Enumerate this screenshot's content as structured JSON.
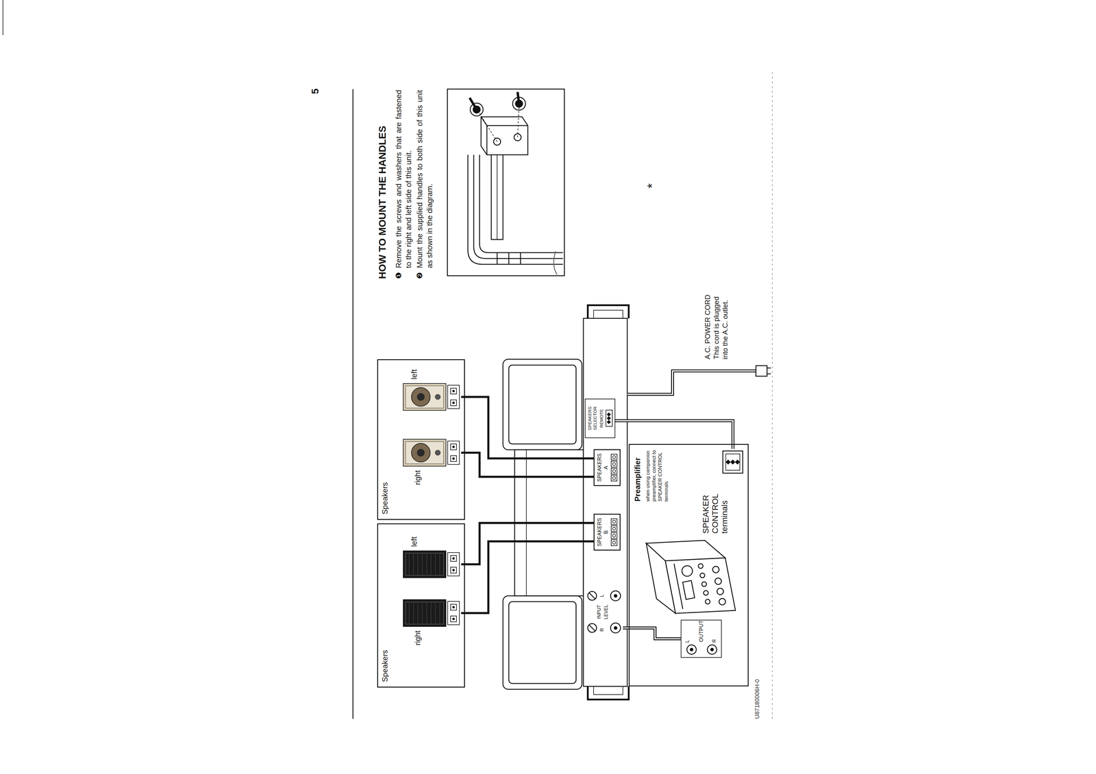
{
  "diagram": {
    "title": "HOW TO MOUNT THE HANDLES",
    "nodes": [
      {
        "text": [
          "Speakers"
        ]
      },
      {
        "text": [
          "right"
        ],
        "in": 0
      },
      {
        "text": [
          "left"
        ],
        "in": 0
      },
      {
        "text": [
          "Speakers"
        ]
      },
      {
        "text": [
          "right"
        ],
        "in": 3
      },
      {
        "text": [
          "left"
        ],
        "in": 3
      },
      {
        "text": [
          "SPEAKERS",
          "B"
        ]
      },
      {
        "text": [
          "SPEAKERS",
          "A"
        ]
      },
      {
        "text": [
          "INPUT",
          "LEVEL"
        ]
      },
      {
        "text": [
          "SPEAKERS SELECTOR",
          "REMOTE"
        ]
      },
      {
        "text": [
          "Preamplifier",
          "when using companion preamplifier, connect to SPEAKER CONTROL terminals"
        ]
      },
      {
        "text": [
          "OUTPUT"
        ],
        "in": 10
      },
      {
        "text": [
          "SPEAKER CONTROL terminals"
        ],
        "in": 10
      }
    ],
    "edges": [
      {
        "from": 1,
        "to": 6,
        "arrow": "none"
      },
      {
        "from": 2,
        "to": 6,
        "arrow": "none"
      },
      {
        "from": 4,
        "to": 7,
        "arrow": "none"
      },
      {
        "from": 5,
        "to": 7,
        "arrow": "none"
      },
      {
        "from": 11,
        "to": 8,
        "arrow": "none"
      },
      {
        "from": 12,
        "to": 9,
        "arrow": "none"
      }
    ],
    "labels": [
      "5",
      "❶",
      "Remove the screws and washers that are fastened to the right and left side of this unit.",
      "❷",
      "Mount the supplied handles to both side of this unit as shown in the diagram.",
      "*",
      "A.C. POWER CORD This cord is plugged into the A.C. outlet.",
      "R",
      "L",
      "L",
      "R",
      "U87180006H-0"
    ]
  }
}
